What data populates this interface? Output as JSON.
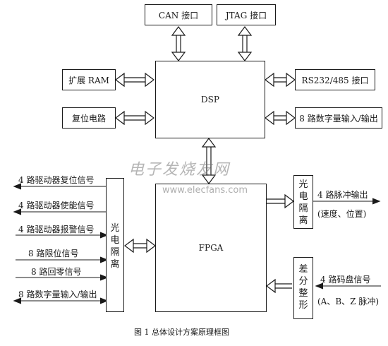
{
  "blocks": {
    "can": "CAN 接口",
    "jtag": "JTAG 接口",
    "ram": "扩展 RAM",
    "reset": "复位电路",
    "dsp": "DSP",
    "rs232": "RS232/485 接口",
    "dio8_right": "8 路数字量输入/输出",
    "fpga": "FPGA",
    "opto_left": "光电隔离",
    "opto_right": "光电隔离",
    "diff": "差分整形"
  },
  "signals_left": [
    "4 路驱动器复位信号",
    "4 路驱动器使能信号",
    "4 路驱动器报警信号",
    "8 路限位信号",
    "8 路回零信号",
    "8 路数字量输入/输出"
  ],
  "signals_right": {
    "pulse_out": "4 路脉冲输出",
    "pulse_note": "(速度、位置)",
    "encoder_in": "4 路码盘信号",
    "encoder_note": "(A、B、Z 脉冲)"
  },
  "caption": "图 1   总体设计方案原理框图",
  "watermark": {
    "cn": "电子发烧友网",
    "url": "www.elecfans.com"
  }
}
